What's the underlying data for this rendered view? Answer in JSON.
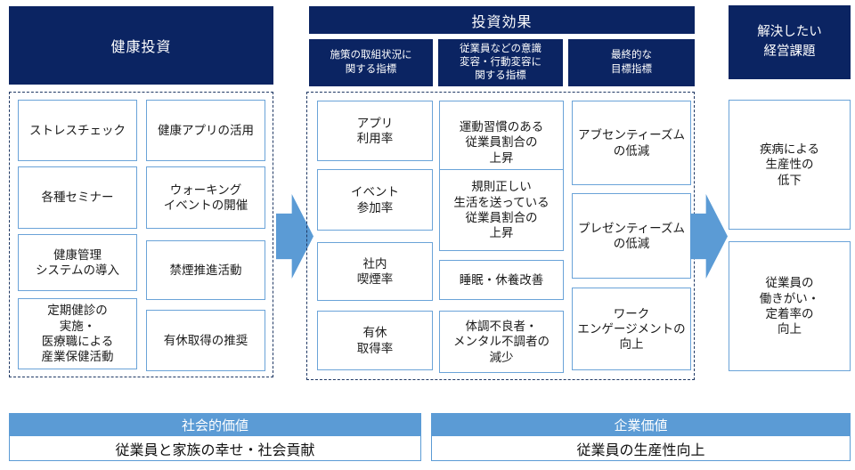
{
  "colors": {
    "navy": "#0b2462",
    "accent_blue": "#5b9bd5",
    "box_border": "#6aa3d8",
    "dashed_border": "#1f3864"
  },
  "headers": {
    "investment": "健康投資",
    "effect": "投資効果",
    "issues": "解決したい\n経営課題",
    "effect_subheaders": [
      {
        "label": "施策の取組状況に\n関する指標"
      },
      {
        "label": "従業員などの意識\n変容・行動変容に\n関する指標"
      },
      {
        "label": "最終的な\n目標指標"
      }
    ]
  },
  "investment_items": {
    "col_a": [
      {
        "label": "ストレスチェック"
      },
      {
        "label": "各種セミナー"
      },
      {
        "label": "健康管理\nシステムの導入"
      },
      {
        "label": "定期健診の\n実施・\n医療職による\n産業保健活動"
      }
    ],
    "col_b": [
      {
        "label": "健康アプリの活用"
      },
      {
        "label": "ウォーキング\nイベントの開催"
      },
      {
        "label": "禁煙推進活動"
      },
      {
        "label": "有休取得の推奨"
      }
    ]
  },
  "effect_items": {
    "status_indicators": [
      {
        "label": "アプリ\n利用率"
      },
      {
        "label": "イベント\n参加率"
      },
      {
        "label": "社内\n喫煙率"
      },
      {
        "label": "有休\n取得率"
      }
    ],
    "behavior_indicators": [
      {
        "label": "運動習慣のある\n従業員割合の\n上昇"
      },
      {
        "label": "規則正しい\n生活を送っている\n従業員割合の\n上昇"
      },
      {
        "label": "睡眠・休養改善"
      },
      {
        "label": "体調不良者・\nメンタル不調者の\n減少"
      }
    ],
    "final_indicators": [
      {
        "label": "アブセンティーズム\nの低減"
      },
      {
        "label": "プレゼンティーズム\nの低減"
      },
      {
        "label": "ワーク\nエンゲージメントの\n向上"
      }
    ]
  },
  "issues_items": [
    {
      "label": "疾病による\n生産性の\n低下"
    },
    {
      "label": "従業員の\n働きがい・\n定着率の\n向上"
    }
  ],
  "values": {
    "social": {
      "title": "社会的価値",
      "body": "従業員と家族の幸せ・社会貢献"
    },
    "corporate": {
      "title": "企業価値",
      "body": "従業員の生産性向上"
    }
  }
}
